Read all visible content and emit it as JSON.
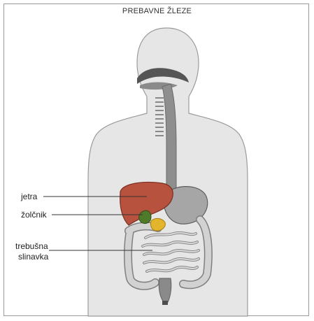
{
  "title": "PREBAVNE ŽLEZE",
  "labels": {
    "liver": "jetra",
    "gallbladder": "žolčnik",
    "pancreas_line1": "trebušna",
    "pancreas_line2": "slinavka"
  },
  "colors": {
    "body": "#e6e6e6",
    "body_outline": "#9b9b9b",
    "liver": "#b7523f",
    "gallbladder": "#4f7a2a",
    "pancreas": "#e3b52c",
    "stomach": "#a6a6a6",
    "intestine": "#c9c9c9"
  }
}
